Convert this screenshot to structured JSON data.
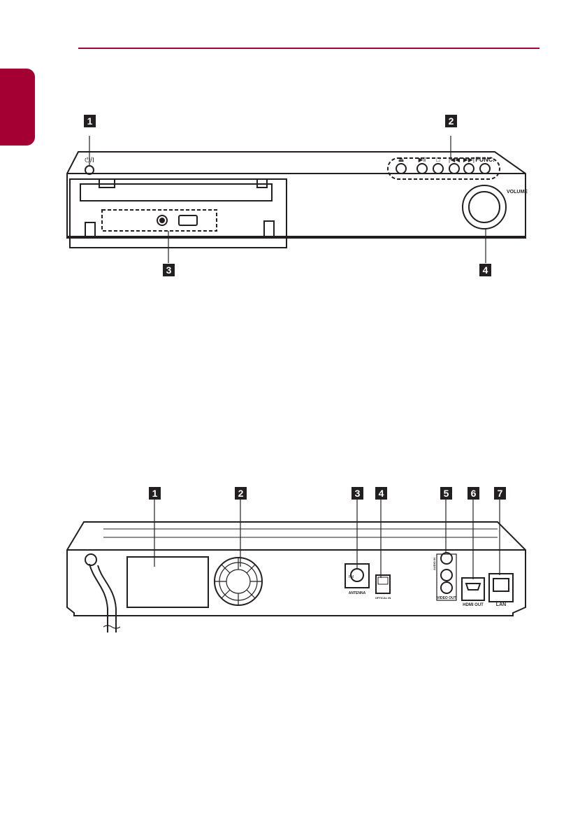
{
  "front_panel": {
    "callouts": [
      "1",
      "2",
      "3",
      "4"
    ],
    "power_label": "⏻/I",
    "button_labels": [
      "⏏",
      "▶‖",
      "□",
      "|◀◀",
      "▶▶|",
      "FUNC."
    ],
    "volume_label": "VOLUME"
  },
  "rear_panel": {
    "callouts": [
      "1",
      "2",
      "3",
      "4",
      "5",
      "6",
      "7"
    ],
    "fm_label": "FM",
    "antenna_label": "ANTENNA",
    "optical_label": "OPTICAL IN",
    "audio_label": "AUDIO IN",
    "video_label": "VIDEO OUT",
    "hdmi_label": "HDMI OUT",
    "lan_label": "LAN"
  },
  "colors": {
    "accent": "#a50034",
    "line": "#231f20"
  }
}
